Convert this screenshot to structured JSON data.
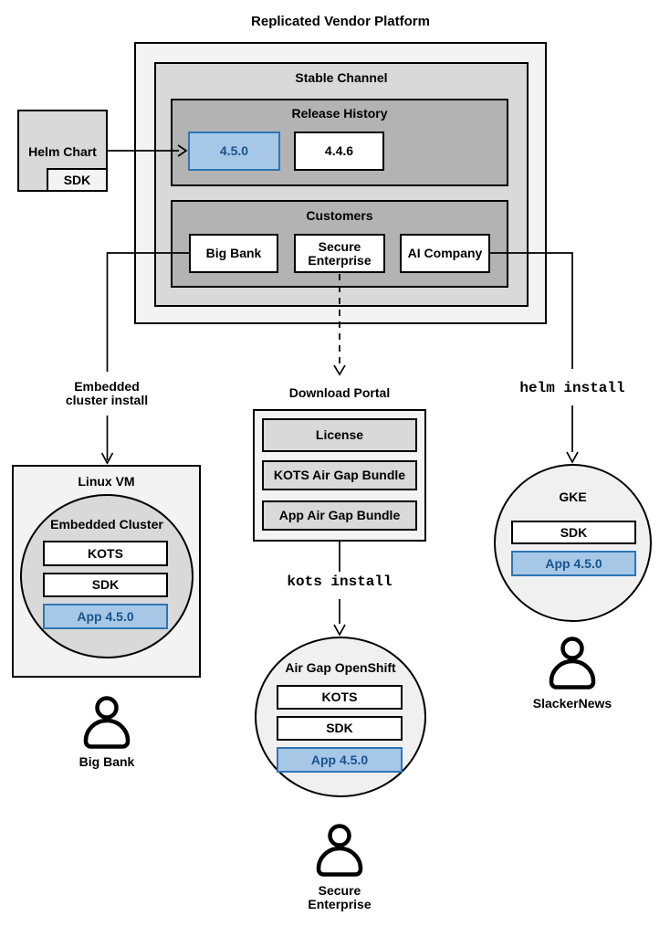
{
  "title": "Replicated Vendor Platform",
  "platform": {
    "stable_channel_label": "Stable Channel",
    "release_history_label": "Release History",
    "release_450": "4.5.0",
    "release_446": "4.4.6",
    "customers_label": "Customers",
    "customer_big_bank": "Big Bank",
    "customer_secure_enterprise": "Secure Enterprise",
    "customer_ai_company": "AI Company"
  },
  "helm_chart": {
    "label": "Helm Chart",
    "sdk": "SDK"
  },
  "flows": {
    "embedded_install": "Embedded cluster install",
    "kots_install": "kots install",
    "helm_install": "helm install"
  },
  "download_portal": {
    "label": "Download Portal",
    "license": "License",
    "kots_bundle": "KOTS Air Gap Bundle",
    "app_bundle": "App Air Gap Bundle"
  },
  "linux_vm": {
    "label": "Linux VM",
    "cluster_label": "Embedded Cluster",
    "kots": "KOTS",
    "sdk": "SDK",
    "app": "App 4.5.0",
    "user": "Big Bank"
  },
  "airgap_openshift": {
    "label": "Air Gap OpenShift",
    "kots": "KOTS",
    "sdk": "SDK",
    "app": "App 4.5.0",
    "user": "Secure Enterprise"
  },
  "gke": {
    "label": "GKE",
    "sdk": "SDK",
    "app": "App 4.5.0",
    "user": "SlackerNews"
  },
  "colors": {
    "highlight_fill": "#a7c7e7",
    "highlight_border": "#2e75b5",
    "highlight_text": "#17548e",
    "container_light": "#f3f3f3",
    "container_medium": "#d9d9d9",
    "container_dark": "#b3b3b3",
    "line": "#000000"
  }
}
